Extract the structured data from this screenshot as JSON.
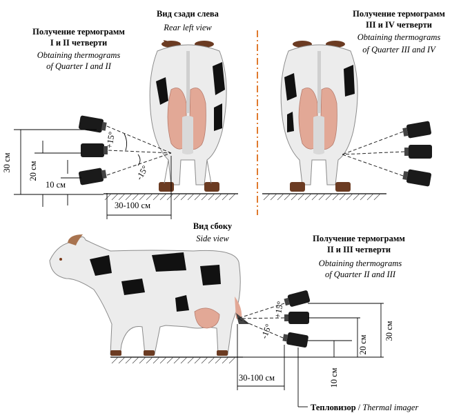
{
  "rear_view": {
    "title_ru": "Вид сзади слева",
    "title_en": "Rear left view"
  },
  "quarters_1_2": {
    "title_ru_1": "Получение термограмм",
    "title_ru_2": "I и II четверти",
    "title_en_1": "Obtaining thermograms",
    "title_en_2": "of Quarter I and II"
  },
  "quarters_3_4": {
    "title_ru_1": "Получение термограмм",
    "title_ru_2": "III и IV четверти",
    "title_en_1": "Obtaining thermograms",
    "title_en_2": "of Quarter III and IV"
  },
  "side_view": {
    "title_ru": "Вид сбоку",
    "title_en": "Side view"
  },
  "quarters_2_3": {
    "title_ru_1": "Получение термограмм",
    "title_ru_2": "II и III четверти",
    "title_en_1": "Obtaining thermograms",
    "title_en_2": "of Quarter II and III"
  },
  "dimensions": {
    "height_30": "30 см",
    "height_20": "20 см",
    "height_10": "10 см",
    "distance": "30-100 см",
    "angle_up": "+15°",
    "angle_down": "-15°"
  },
  "legend": {
    "device_ru": "Тепловизор",
    "separator": " / ",
    "device_en": "Thermal imager"
  },
  "colors": {
    "divider": "#e07a2e",
    "udder": "#e2a896",
    "spots": "#111111"
  }
}
